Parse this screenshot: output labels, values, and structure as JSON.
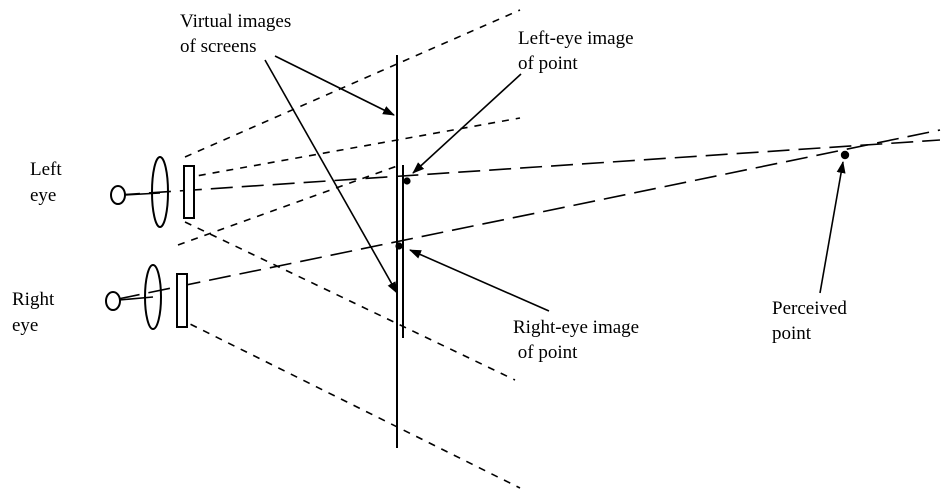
{
  "labels": {
    "left_eye": [
      "Left",
      "eye"
    ],
    "right_eye": [
      "Right",
      "eye"
    ],
    "virtual_images": [
      "Virtual images",
      "of screens"
    ],
    "left_eye_image": [
      "Left-eye image",
      "of point"
    ],
    "right_eye_image": [
      "Right-eye image",
      " of point"
    ],
    "perceived_point": [
      "Perceived",
      "point"
    ]
  },
  "colors": {
    "ink": "#000000",
    "background": "#ffffff"
  }
}
